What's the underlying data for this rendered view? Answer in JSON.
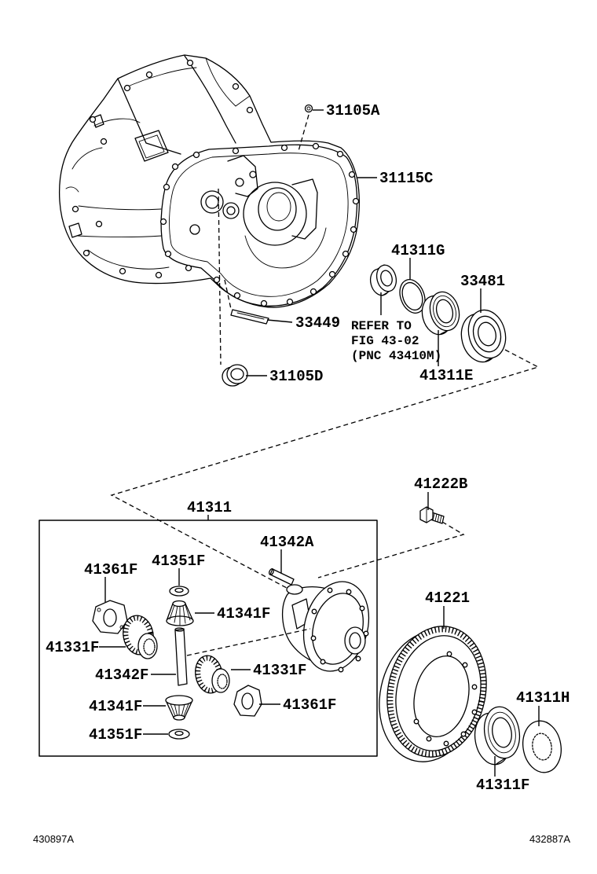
{
  "colors": {
    "line": "#000000",
    "background": "#ffffff"
  },
  "callouts": [
    "31105A",
    "31115C",
    "41311G",
    "33481",
    "33449",
    "41311E",
    "31105D",
    "41222B",
    "41311",
    "41342A",
    "41351F",
    "41361F",
    "41341F",
    "41331F",
    "41342F",
    "41331F",
    "41341F",
    "41361F",
    "41351F",
    "41221",
    "41311H",
    "41311F"
  ],
  "note": {
    "line1": "REFER TO",
    "line2": "FIG 43-02",
    "line3": "(PNC 43410M)"
  },
  "footer": {
    "left_code": "430897A",
    "right_code": "432887A"
  }
}
